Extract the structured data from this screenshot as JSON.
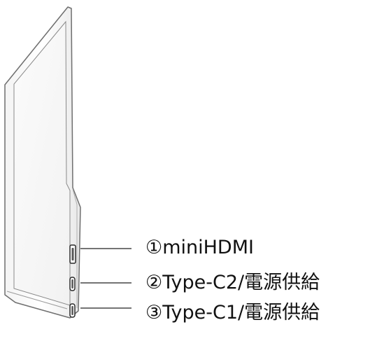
{
  "ports": [
    {
      "label": "①miniHDMI"
    },
    {
      "label": "②Type-C2/電源供給"
    },
    {
      "label": "③Type-C1/電源供給"
    }
  ]
}
